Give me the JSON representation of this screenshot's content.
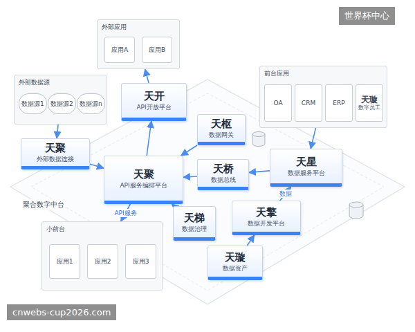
{
  "diagram": {
    "nodes": [
      {
        "text": [
          "外部数据源"
        ]
      },
      {
        "text": [
          "数据源1"
        ],
        "in": 0
      },
      {
        "text": [
          "数据源2"
        ],
        "in": 0
      },
      {
        "text": [
          "数据源n"
        ],
        "in": 0
      },
      {
        "text": [
          "外部应用"
        ]
      },
      {
        "text": [
          "应用A"
        ],
        "in": 4
      },
      {
        "text": [
          "应用B"
        ],
        "in": 4
      },
      {
        "text": [
          "天开",
          "API开放平台"
        ]
      },
      {
        "text": [
          "天聚",
          "外部数据连接"
        ]
      },
      {
        "text": [
          "天枢",
          "数据网关"
        ]
      },
      {
        "text": [
          "天聚",
          "API服务编排平台"
        ]
      },
      {
        "text": [
          "天桥",
          "数据总线"
        ]
      },
      {
        "text": [
          "前台应用"
        ]
      },
      {
        "text": [
          "OA"
        ],
        "in": 12
      },
      {
        "text": [
          "CRM"
        ],
        "in": 12
      },
      {
        "text": [
          "ERP"
        ],
        "in": 12
      },
      {
        "text": [
          "天璇",
          "数字员工"
        ],
        "in": 12
      },
      {
        "text": [
          "天星",
          "数据服务平台"
        ]
      },
      {
        "text": [
          "天擎",
          "数据开发平台"
        ]
      },
      {
        "text": [
          "天梯",
          "数据治理"
        ]
      },
      {
        "text": [
          "天璇",
          "数据资产"
        ]
      },
      {
        "text": [
          "小前台"
        ]
      },
      {
        "text": [
          "应用1"
        ],
        "in": 21
      },
      {
        "text": [
          "应用2"
        ],
        "in": 21
      },
      {
        "text": [
          "应用3"
        ],
        "in": 21
      }
    ],
    "edges": [
      {
        "from": 0,
        "to": 8,
        "arrow": "to"
      },
      {
        "from": 8,
        "to": 10,
        "arrow": "to"
      },
      {
        "from": 10,
        "to": 7,
        "arrow": "to"
      },
      {
        "from": 7,
        "to": 4,
        "arrow": "to"
      },
      {
        "from": 9,
        "to": 10,
        "arrow": "to"
      },
      {
        "from": 11,
        "to": 10,
        "arrow": "to"
      },
      {
        "from": 17,
        "to": 11,
        "arrow": "to"
      },
      {
        "from": 12,
        "to": 17,
        "arrow": "to"
      },
      {
        "from": 18,
        "to": 17,
        "label": "数据",
        "arrow": "to"
      },
      {
        "from": 19,
        "to": 10,
        "arrow": "to"
      },
      {
        "from": 20,
        "to": 18,
        "arrow": "to"
      },
      {
        "from": 10,
        "to": 21,
        "label": "API服务",
        "arrow": "to"
      }
    ],
    "labels": [
      "世界杯中心",
      "cnwebs-cup2026.com",
      "聚合数字中台"
    ]
  }
}
